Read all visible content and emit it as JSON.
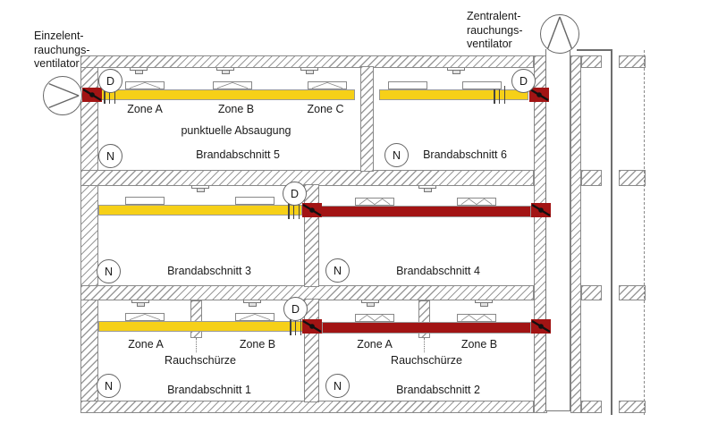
{
  "labels": {
    "individual_fan": {
      "line1": "Einzelent-",
      "line2": "rauchungs-",
      "line3": "ventilator"
    },
    "central_fan": {
      "line1": "Zentralent-",
      "line2": "rauchungs-",
      "line3": "ventilator"
    },
    "zone_a": "Zone A",
    "zone_b": "Zone B",
    "zone_c": "Zone C",
    "point_extraction": "punktuelle Absaugung",
    "smoke_curtain": "Rauchschürze"
  },
  "badges": {
    "damper": "D",
    "normal": "N"
  },
  "rooms": {
    "ba1": {
      "name": "Brandabschnitt 1"
    },
    "ba2": {
      "name": "Brandabschnitt 2"
    },
    "ba3": {
      "name": "Brandabschnitt 3"
    },
    "ba4": {
      "name": "Brandabschnitt 4"
    },
    "ba5": {
      "name": "Brandabschnitt 5"
    },
    "ba6": {
      "name": "Brandabschnitt 6"
    }
  },
  "colors": {
    "smoke_duct_yellow": "#F6D018",
    "fire_rated_duct_red": "#A21414",
    "fire_damper_red": "#A21414",
    "hatch_gray": "#9A9A9A",
    "line_gray": "#666666",
    "text": "#1A1A1A"
  }
}
